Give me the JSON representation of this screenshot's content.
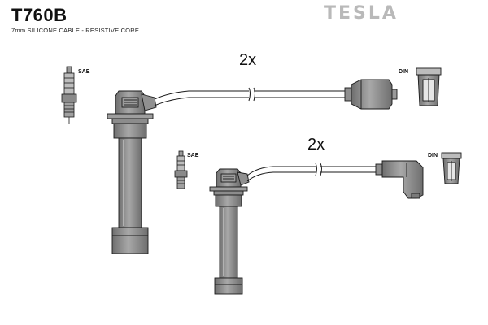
{
  "header": {
    "product_code": "T760B",
    "subtitle": "7mm SILICONE CABLE - RESISTIVE CORE",
    "brand": "TESLA"
  },
  "cables": [
    {
      "quantity": "2x",
      "plug_end_label": "SAE",
      "distributor_end_label": "DIN"
    },
    {
      "quantity": "2x",
      "plug_end_label": "SAE",
      "distributor_end_label": "DIN"
    }
  ],
  "colors": {
    "part_fill": "#8a8a8a",
    "part_light": "#b4b4b4",
    "outline": "#1a1a1a",
    "brand": "#b9b9b9"
  }
}
